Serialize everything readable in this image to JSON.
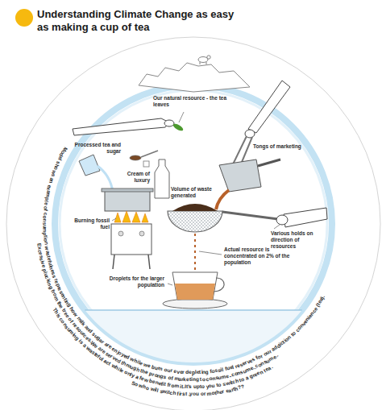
{
  "diagram": {
    "title": "Understanding Climate Change as easy as making a cup of tea",
    "labels": [
      "Our natural resource - the tea leaves",
      "Tongs of marketing",
      "Processed tea and sugar",
      "Cream of luxury",
      "Volume of waste generated",
      "Burning fossil fuel",
      "Various holds on direction of resources",
      "Actual resource is concentrated on 2% of the population",
      "Droplets for the larger population",
      "Model shows an example of consumption wastefulness representing how milk and sugar are enjoyed while we burn our ever depleting fossil fuel reserves for our addiction to convenience (tea).",
      "Excessive plucking from the tree of resources.We are served through the prongs of marketing to consume..consume..consume..",
      "This consuming is a wasteful act while only a few benefit from it.It's upto you to switch to a green tea.",
      "So who will switch first ,you or mother earth??"
    ]
  }
}
